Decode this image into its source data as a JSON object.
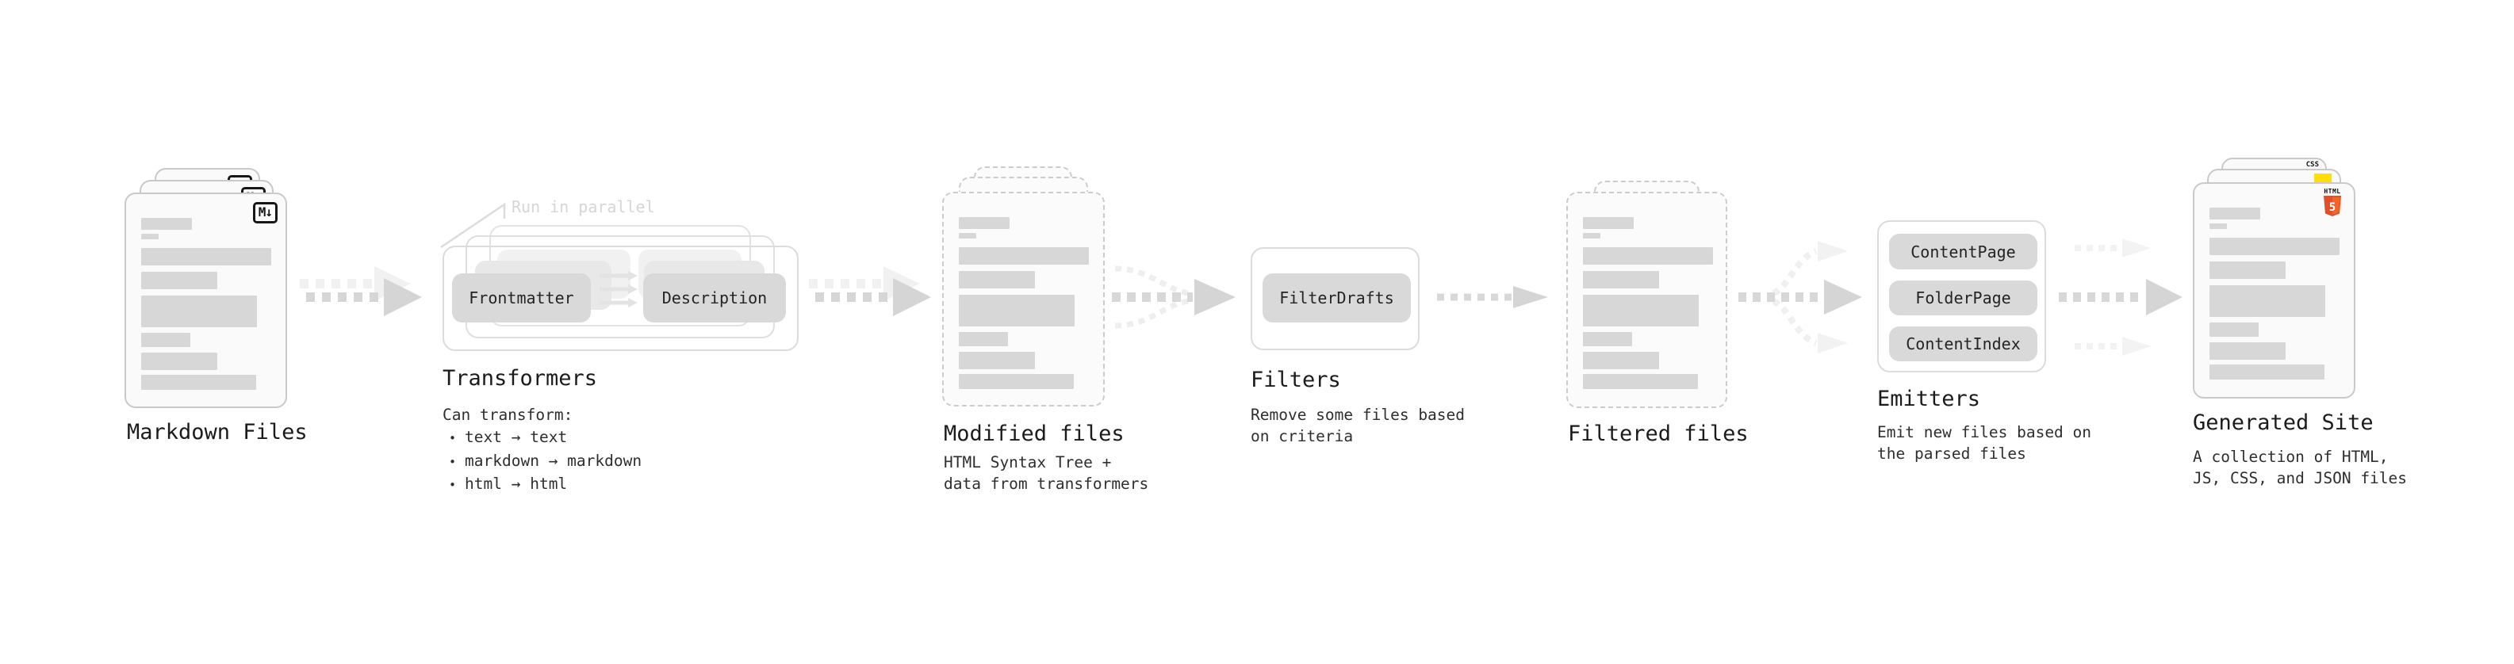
{
  "stages": {
    "markdown": {
      "title": "Markdown Files",
      "badge": "M↓"
    },
    "transformers": {
      "title": "Transformers",
      "annotation": "Run in parallel",
      "pill_left": "Frontmatter",
      "pill_right": "Description",
      "body_heading": "Can transform:",
      "bullet_char": "•",
      "bullets": [
        "text → text",
        "markdown → markdown",
        "html → html"
      ]
    },
    "modified": {
      "title": "Modified files",
      "body": "HTML Syntax Tree +\ndata from transformers"
    },
    "filters": {
      "title": "Filters",
      "pill": "FilterDrafts",
      "body": "Remove some files based\non criteria"
    },
    "filtered": {
      "title": "Filtered files"
    },
    "emitters": {
      "title": "Emitters",
      "pills": [
        "ContentPage",
        "FolderPage",
        "ContentIndex"
      ],
      "body": "Emit new files based on\nthe parsed files"
    },
    "generated": {
      "title": "Generated Site",
      "body": "A collection of HTML,\nJS, CSS, and JSON files",
      "badge_css": "CSS",
      "badge_html_word": "HTML",
      "badge_html_number": "5"
    }
  },
  "colors": {
    "html5_orange": "#e44d26",
    "html5_orange_light": "#f16529",
    "js_yellow": "#ffdf00",
    "css_blue": "#2456d6",
    "arrow_gray": "#d5d5d5",
    "arrow_faint": "#f1f1f1"
  }
}
